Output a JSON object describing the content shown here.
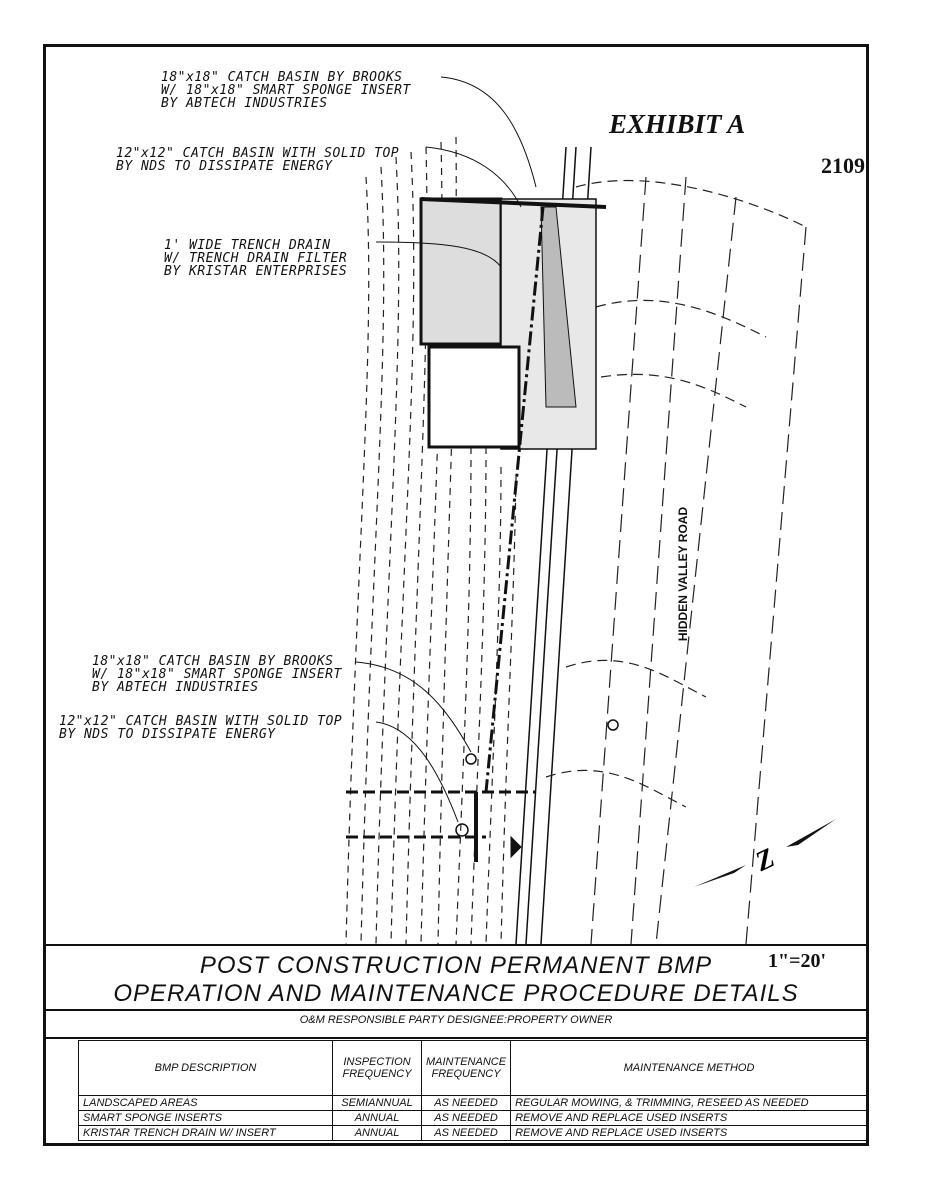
{
  "header": {
    "exhibit": "EXHIBIT A",
    "sheet_number": "2109"
  },
  "callouts": [
    {
      "lines": [
        "18\"x18\" CATCH BASIN BY BROOKS",
        "W/ 18\"x18\" SMART SPONGE INSERT",
        "BY ABTECH INDUSTRIES"
      ]
    },
    {
      "lines": [
        "12\"x12\" CATCH BASIN WITH SOLID TOP",
        "BY NDS TO DISSIPATE ENERGY"
      ]
    },
    {
      "lines": [
        "1' WIDE TRENCH DRAIN",
        "W/ TRENCH DRAIN FILTER",
        "BY KRISTAR ENTERPRISES"
      ]
    },
    {
      "lines": [
        "18\"x18\" CATCH BASIN BY BROOKS",
        "W/ 18\"x18\" SMART SPONGE INSERT",
        "BY ABTECH INDUSTRIES"
      ]
    },
    {
      "lines": [
        "12\"x12\" CATCH BASIN WITH SOLID TOP",
        "BY NDS TO DISSIPATE ENERGY"
      ]
    }
  ],
  "road_label": "HIDDEN VALLEY ROAD",
  "scale": "1\"=20'",
  "north_arrow": "N",
  "title_block": {
    "title_line1": "POST CONSTRUCTION PERMANENT BMP",
    "title_line2": "OPERATION AND MAINTENANCE PROCEDURE DETAILS",
    "responsible_party": "O&M RESPONSIBLE PARTY DESIGNEE:PROPERTY OWNER",
    "columns": [
      "BMP DESCRIPTION",
      "INSPECTION FREQUENCY",
      "MAINTENANCE FREQUENCY",
      "MAINTENANCE METHOD"
    ],
    "rows": [
      [
        "LANDSCAPED AREAS",
        "SEMIANNUAL",
        "AS NEEDED",
        "REGULAR MOWING, & TRIMMING, RESEED AS NEEDED"
      ],
      [
        "SMART SPONGE INSERTS",
        "ANNUAL",
        "AS NEEDED",
        "REMOVE AND REPLACE USED INSERTS"
      ],
      [
        "KRISTAR TRENCH DRAIN W/ INSERT",
        "ANNUAL",
        "AS NEEDED",
        "REMOVE AND REPLACE USED INSERTS"
      ]
    ]
  }
}
